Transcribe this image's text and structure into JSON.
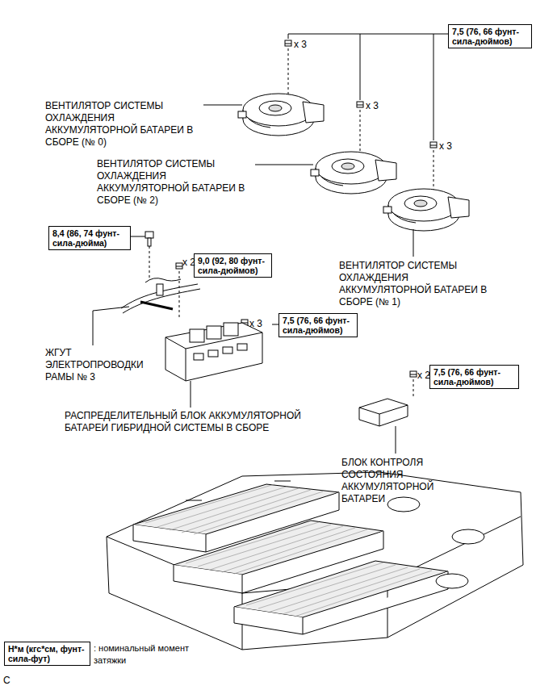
{
  "diagram": {
    "nodes": [
      {
        "text": [
          "7,5 (76, 66 фунт-сила-дюймов)"
        ]
      },
      {
        "text": [
          "8,4 (86, 74 фунт-сила-дюйма)"
        ]
      },
      {
        "text": [
          "9,0 (92, 80 фунт-сила-дюймов)"
        ]
      },
      {
        "text": [
          "7,5 (76, 66 фунт-сила-дюймов)"
        ]
      },
      {
        "text": [
          "7,5 (76, 66 фунт-сила-дюймов)"
        ]
      },
      {
        "text": [
          "Н*м (кгс*см, фунт-сила-фут)"
        ]
      }
    ],
    "labels": [
      "x 3",
      "x 3",
      "x 3",
      "x 2",
      "x 3",
      "x 2",
      "ВЕНТИЛЯТОР СИСТЕМЫ ОХЛАЖДЕНИЯ АККУМУЛЯТОРНОЙ БАТАРЕИ В СБОРЕ (№ 0)",
      "ВЕНТИЛЯТОР СИСТЕМЫ ОХЛАЖДЕНИЯ АККУМУЛЯТОРНОЙ БАТАРЕИ В СБОРЕ (№ 2)",
      "ВЕНТИЛЯТОР СИСТЕМЫ ОХЛАЖДЕНИЯ АККУМУЛЯТОРНОЙ БАТАРЕИ В СБОРЕ (№ 1)",
      "ЖГУТ ЭЛЕКТРОПРОВОДКИ РАМЫ № 3",
      "РАСПРЕДЕЛИТЕЛЬНЫЙ БЛОК АККУМУЛЯТОРНОЙ БАТАРЕИ ГИБРИДНОЙ СИСТЕМЫ В СБОРЕ",
      "БЛОК КОНТРОЛЯ СОСТОЯНИЯ АККУМУЛЯТОРНОЙ БАТАРЕИ",
      ": номинальный момент затяжки",
      "C"
    ]
  }
}
